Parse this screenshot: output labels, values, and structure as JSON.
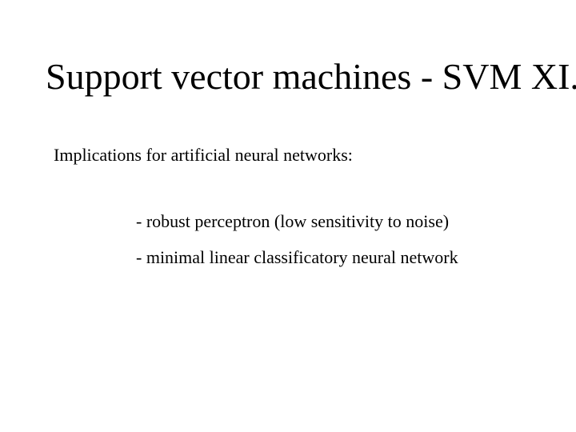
{
  "slide": {
    "title": "Support vector machines - SVM XI.",
    "intro": "Implications for artificial neural networks:",
    "bullets": [
      "- robust perceptron (low sensitivity to noise)",
      "- minimal linear classificatory neural network"
    ]
  }
}
